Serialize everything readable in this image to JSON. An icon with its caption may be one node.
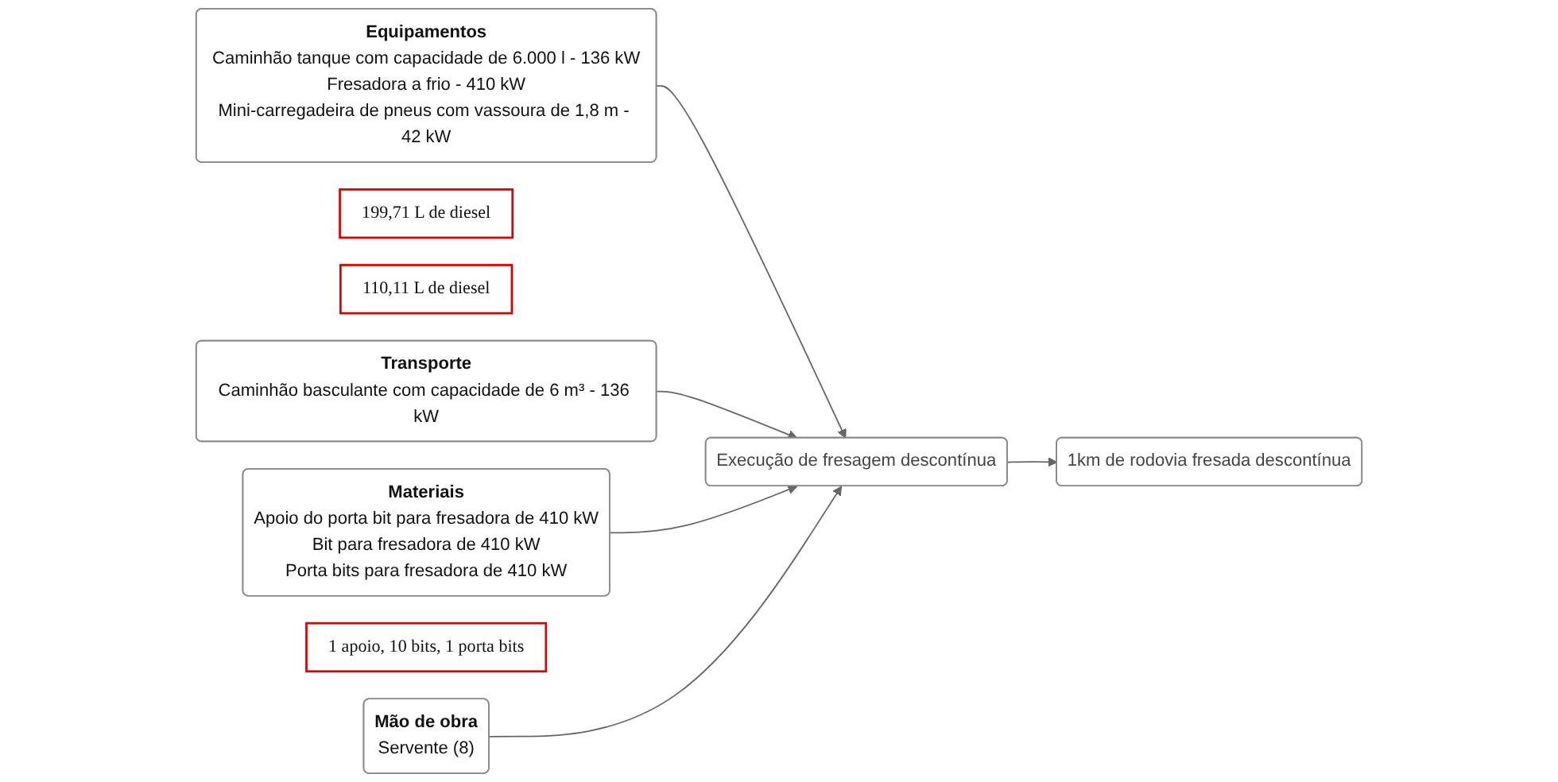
{
  "diagram": {
    "nodes": [
      {
        "text": [
          "Equipamentos",
          "Caminhão tanque com capacidade de 6.000 l - 136 kW",
          "Fresadora a frio - 410 kW",
          "Mini-carregadeira de pneus com vassoura de 1,8 m - 42 kW"
        ]
      },
      {
        "text": [
          "199,71 L de diesel"
        ]
      },
      {
        "text": [
          "110,11 L de diesel"
        ]
      },
      {
        "text": [
          "Transporte",
          "Caminhão basculante com capacidade de 6 m³ - 136 kW"
        ]
      },
      {
        "text": [
          "Materiais",
          "Apoio do porta bit para fresadora de 410 kW",
          "Bit para fresadora de 410 kW",
          "Porta bits para fresadora de 410 kW"
        ]
      },
      {
        "text": [
          "Execução de fresagem descontínua"
        ]
      },
      {
        "text": [
          "1km de rodovia fresada descontínua"
        ]
      },
      {
        "text": [
          "1 apoio, 10 bits, 1 porta bits"
        ]
      },
      {
        "text": [
          "Mão de obra",
          "Servente (8)"
        ]
      }
    ],
    "edges": [
      {
        "from": 0,
        "to": 5,
        "arrow": "to"
      },
      {
        "from": 3,
        "to": 5,
        "arrow": "to"
      },
      {
        "from": 4,
        "to": 5,
        "arrow": "to"
      },
      {
        "from": 5,
        "to": 6,
        "arrow": "to"
      },
      {
        "from": 8,
        "to": 5,
        "arrow": "to"
      }
    ]
  }
}
